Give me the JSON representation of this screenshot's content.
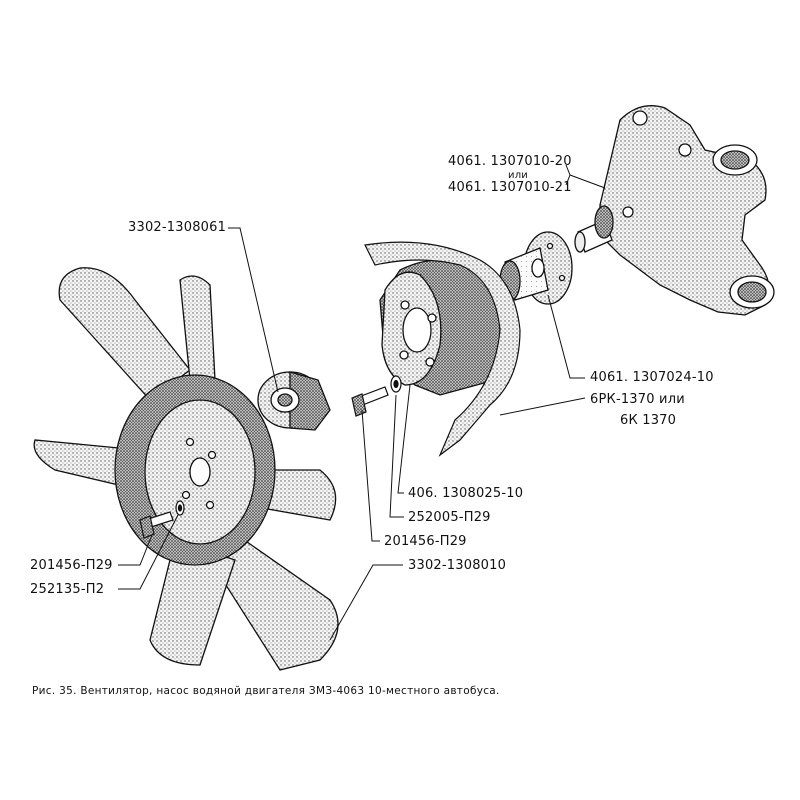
{
  "caption": "Рис. 35. Вентилятор, насос водяной двигателя ЗМЗ-4063   10-местного автобуса.",
  "labels": {
    "pump_a": "4061. 1307010-20",
    "pump_or": "или",
    "pump_b": "4061. 1307010-21",
    "hub": "3302-1308061",
    "pulley_hub": "4061. 1307024-10",
    "belt_a": "6РК-1370 или",
    "belt_b": "6К 1370",
    "pulley": "406. 1308025-10",
    "washer": "252005-П29",
    "bolt_center": "201456-П29",
    "fan": "3302-1308010",
    "bolt_left": "201456-П29",
    "washer_left": "252135-П2"
  }
}
